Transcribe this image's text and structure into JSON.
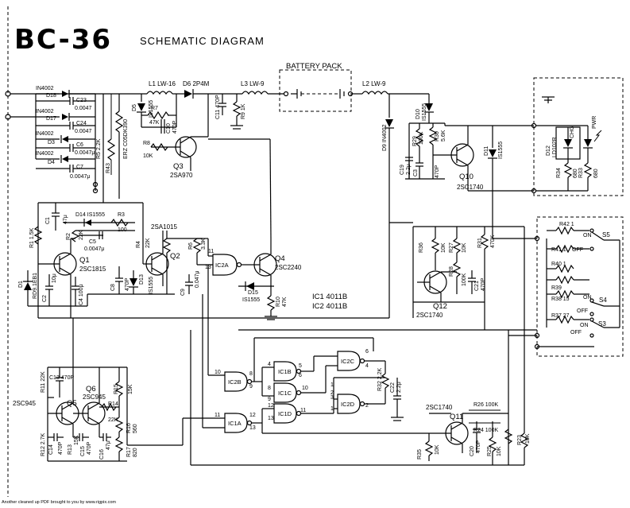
{
  "header": {
    "model": "BC-36",
    "subtitle": "SCHEMATIC DIAGRAM"
  },
  "footer": "Another cleaned up PDF brought to you by www.rigpix.com",
  "blocks": {
    "battery_pack": "BATTERY PACK",
    "ic_note_1": "IC1 4011B",
    "ic_note_2": "IC2 4011B"
  },
  "labels": {
    "in4002_a": "IN4002",
    "d18": "D18",
    "c23": "C23",
    "c23v": "0.0047",
    "in4002_b": "IN4002",
    "d17": "D17",
    "c24": "C24",
    "c24v": "0.0047",
    "in4002_c": "IN4002",
    "d3": "D3",
    "c6": "C6",
    "c6v": "0.0047μ",
    "in4002_d": "IN4002",
    "d4": "D4",
    "c7": "C7",
    "c7v": "0.0047μ",
    "l1": "L1 LW-16",
    "d6": "D6 2P4M",
    "l3": "L3 LW-9",
    "l2": "L2 LW-9",
    "r5": "R5 2.2K",
    "r43": "R43",
    "erz": "ERZ C05DK390",
    "d5": "D5",
    "is1555a": "IS1555",
    "r7": "R7",
    "r7v": "47K",
    "c10": "C10",
    "c10v": "470P",
    "c11": "C11 470P",
    "r9": "R9 1K",
    "r8": "R8",
    "r8v": "10K",
    "q3": "Q3",
    "q3t": "2SA970",
    "d9": "D9 IN4002",
    "d10": "D10",
    "is1555b": "IS1555",
    "r29": "R29",
    "r29v": "100K",
    "r30": "R30",
    "r30v": "5.6K",
    "c19": "C19",
    "c19v": "2.2μ",
    "c3": "C3",
    "c3v": "470P",
    "d11": "D11",
    "is1555c": "IS1555",
    "q10": "Q10",
    "q10t": "2SC1740",
    "d12": "D12",
    "ld102r": "LD102R",
    "chg": "CHG",
    "pwr": "PWR",
    "r34": "R34",
    "r34v": "680",
    "r33": "R33",
    "r33v": "680",
    "c1": "C1",
    "c1v": "47μ",
    "d14": "D14 IS1555",
    "r3": "R3",
    "r3v": "100",
    "r1": "R1 1.5K",
    "r2": "R2",
    "r2v": "22K",
    "c5": "C5",
    "c5v": "0.0047μ",
    "r4": "R4",
    "r4v": "22K",
    "q2t": "2SA1015",
    "q2": "Q2",
    "q1": "Q1",
    "q1t": "2SC1815",
    "d1": "D1",
    "rd9": "RD9.1EB1",
    "c2": "C2",
    "c2v": "10μ",
    "c4": "C4 100μ",
    "c8": "C8",
    "c8v": "470P",
    "d13": "D13",
    "is1555d": "IS1555",
    "r6": "R6",
    "r6v": "3.3K",
    "c9": "C9",
    "c9v": "0.047μ",
    "ic2a": "IC2A",
    "q4": "Q4",
    "q4t": "2SC2240",
    "d15": "D15",
    "is1555e": "IS1555",
    "r10": "R10",
    "r10v": "47K",
    "r36": "R36",
    "r36v": "10K",
    "r27": "R27",
    "r27v": "10K",
    "r31": "R31",
    "r31v": "470K",
    "r28": "R28",
    "r28v": "100K",
    "c21": "C21",
    "c21v": "470P",
    "q12": "Q12",
    "q12t": "2SC1740",
    "r42": "R42 1",
    "r41": "R41 1",
    "on_a": "ON",
    "off_a": "OFF",
    "s5": "S5",
    "r40": "R40 1",
    "r39": "R39",
    "r38": "R38 15",
    "on_b": "ON",
    "off_b": "OFF",
    "s4": "S4",
    "r37": "R37 27",
    "on_c": "ON",
    "off_c": "OFF",
    "s3": "S3",
    "ic1b": "IC1B",
    "ic2c": "IC2C",
    "ic2b": "IC2B",
    "ic1c": "IC1C",
    "ic2d": "IC2D",
    "ic1d": "IC1D",
    "ic1a": "IC1A",
    "r32": "R32 2.2K",
    "c22": "C22",
    "c22v": "2.2μ",
    "r11": "R11 22K",
    "c13": "C13 470P",
    "q5": "Q5",
    "q5t": "2SC945",
    "q6": "Q6",
    "q6t": "2SC945",
    "r15": "R15",
    "r15v": "15K",
    "r14": "R14",
    "r14v": "22K",
    "r16": "R16",
    "r16v": "560",
    "r12": "R12 2.7K",
    "c14": "C14",
    "c14v": "470P",
    "r13": "R13",
    "r13v": "15K",
    "c15": "C15",
    "c15v": "470P",
    "c16": "C16",
    "c16v": "47μ",
    "r17": "R17",
    "r17v": "820",
    "q11t": "2SC1740",
    "q11": "Q11",
    "r26": "R26 100K",
    "r24": "R24 100K",
    "c20": "C20",
    "c20v": "470P",
    "r25": "R25",
    "r25v": "10K",
    "r23": "R23",
    "r23v": "10K",
    "r35": "R35",
    "r35v": "10K",
    "pin10": "10",
    "pin8": "8",
    "pin9": "9",
    "pin11": "11",
    "pin12": "12",
    "pin13": "13",
    "pin4": "4",
    "pin5": "5",
    "pin6": "6",
    "pin3": "3",
    "pin2": "2",
    "pin1": "1",
    "pin11b": "11",
    "pin12b": "12",
    "pin13b": "13",
    "pin10b": "10",
    "pin8b": "8",
    "pin9b": "9",
    "pin6b": "6",
    "pin4b": "4",
    "pin1b": "1",
    "pin2b": "2"
  }
}
